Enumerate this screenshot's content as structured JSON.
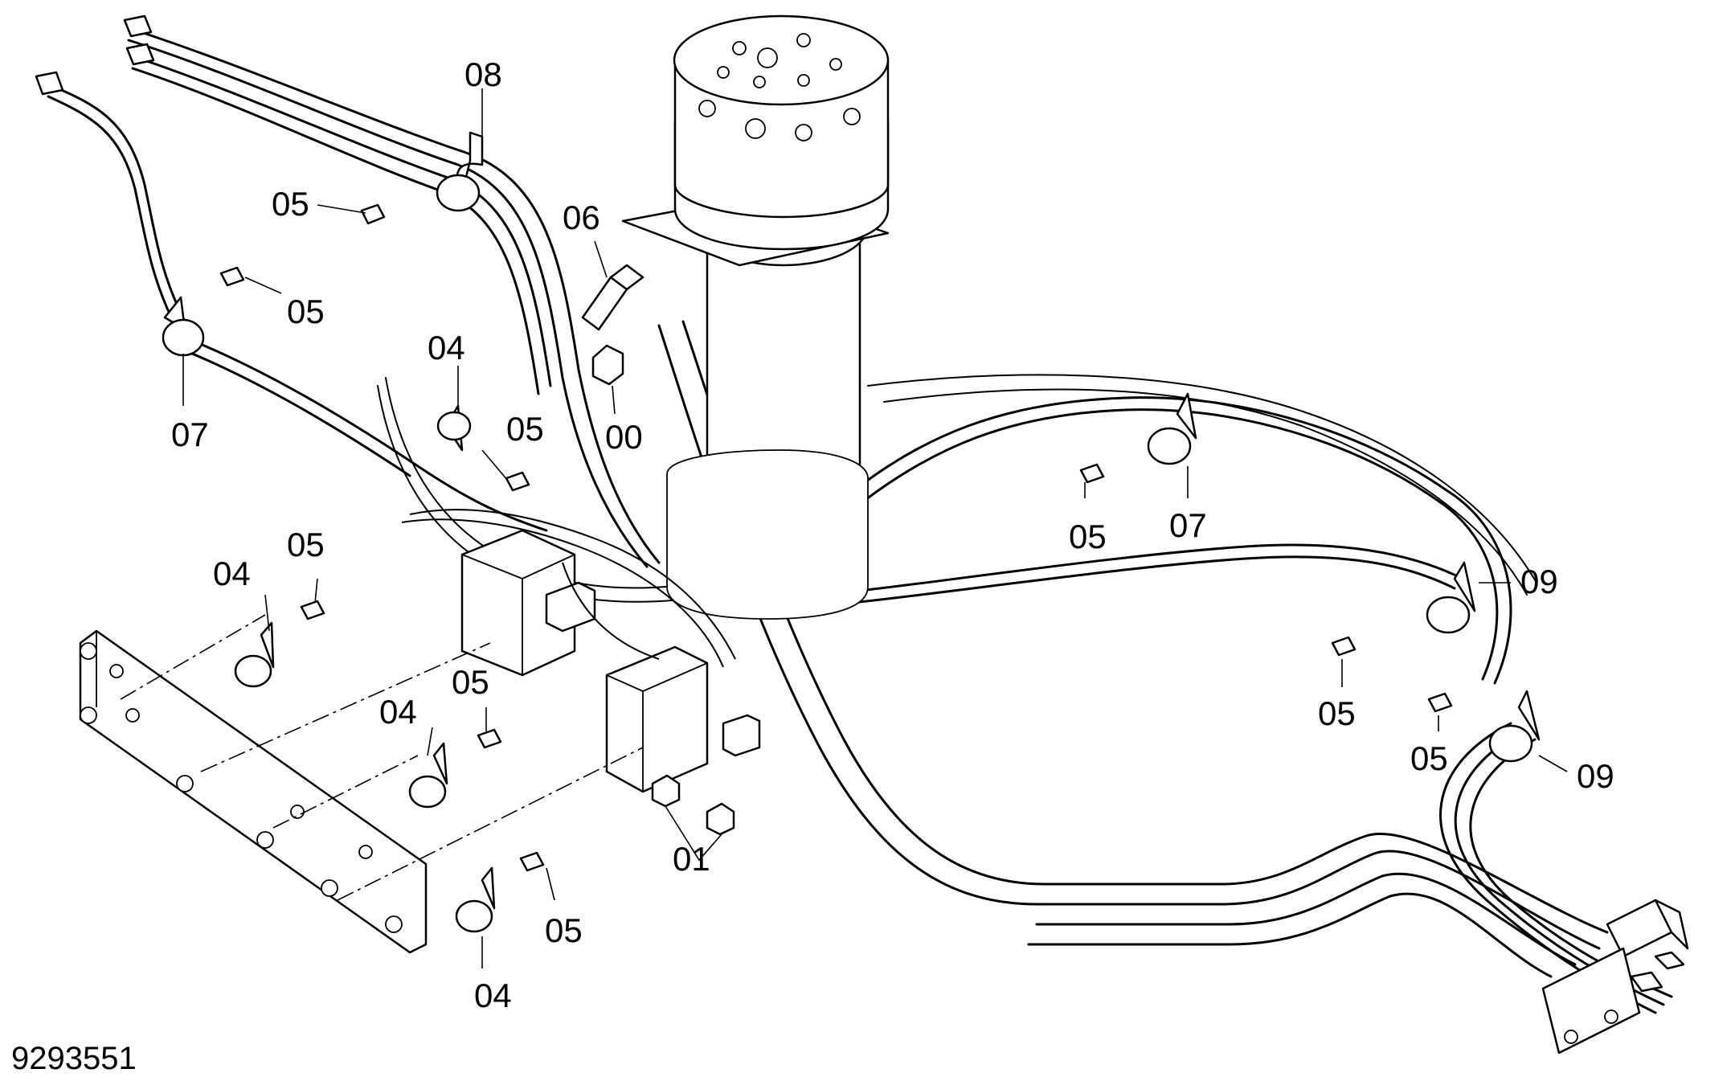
{
  "document_id": "9293551",
  "callouts": [
    {
      "id": "c08-top",
      "label": "08"
    },
    {
      "id": "c05-a",
      "label": "05"
    },
    {
      "id": "c05-b",
      "label": "05"
    },
    {
      "id": "c07-left",
      "label": "07"
    },
    {
      "id": "c06",
      "label": "06"
    },
    {
      "id": "c00",
      "label": "00"
    },
    {
      "id": "c04-a",
      "label": "04"
    },
    {
      "id": "c05-c",
      "label": "05"
    },
    {
      "id": "c05-d",
      "label": "05"
    },
    {
      "id": "c07-right",
      "label": "07"
    },
    {
      "id": "c09-upper",
      "label": "09"
    },
    {
      "id": "c04-b",
      "label": "04"
    },
    {
      "id": "c05-e",
      "label": "05"
    },
    {
      "id": "c05-f",
      "label": "05"
    },
    {
      "id": "c04-c",
      "label": "04"
    },
    {
      "id": "c05-g",
      "label": "05"
    },
    {
      "id": "c05-h",
      "label": "05"
    },
    {
      "id": "c09-lower",
      "label": "09"
    },
    {
      "id": "c01",
      "label": "01"
    },
    {
      "id": "c05-i",
      "label": "05"
    },
    {
      "id": "c04-d",
      "label": "04"
    }
  ]
}
